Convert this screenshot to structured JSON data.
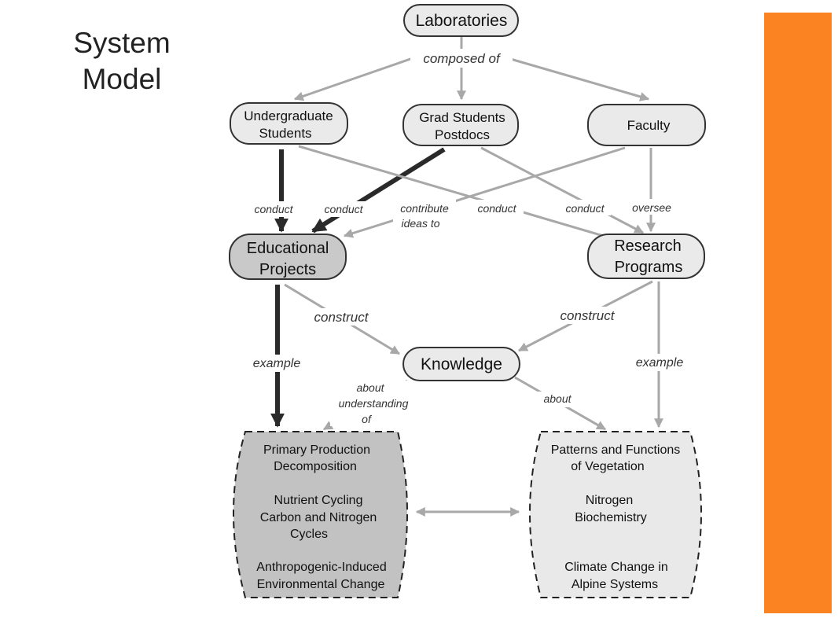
{
  "slide": {
    "title_line1": "System",
    "title_line2": "Model",
    "accent_color": "#fc8322"
  },
  "nodes": {
    "laboratories": "Laboratories",
    "undergraduate_line1": "Undergraduate",
    "undergraduate_line2": "Students",
    "grad_line1": "Grad Students",
    "grad_line2": "Postdocs",
    "faculty": "Faculty",
    "educational_line1": "Educational",
    "educational_line2": "Projects",
    "research_line1": "Research",
    "research_line2": "Programs",
    "knowledge": "Knowledge"
  },
  "edge_labels": {
    "composed_of": "composed of",
    "conduct_undergrad": "conduct",
    "conduct_grad": "conduct",
    "contribute_line1": "contribute",
    "contribute_line2": "ideas to",
    "conduct_undergrad_research": "conduct",
    "conduct_grad_research": "conduct",
    "oversee": "oversee",
    "construct_left": "construct",
    "construct_right": "construct",
    "example_left": "example",
    "example_right": "example",
    "about_understanding_line1": "about",
    "about_understanding_line2": "understanding",
    "about_understanding_line3": "of",
    "about_right": "about"
  },
  "left_topics": {
    "line1": "Primary Production",
    "line2": "Decomposition",
    "line3": "Nutrient Cycling",
    "line4": "Carbon and Nitrogen",
    "line5": "Cycles",
    "line6": "Anthropogenic-Induced",
    "line7": "Environmental Change"
  },
  "right_topics": {
    "line1": "Patterns and Functions",
    "line2": "of Vegetation",
    "line3": "Nitrogen",
    "line4": "Biochemistry",
    "line5": "Climate Change in",
    "line6": "Alpine Systems"
  },
  "colors": {
    "node_fill": "#eaeaea",
    "node_fill_dark": "#c9c9c9",
    "left_topics_fill": "#c2c2c2",
    "right_topics_fill": "#e9e9e9",
    "arrow_grey": "#a8a8a8",
    "arrow_dark": "#2a2a2a"
  }
}
